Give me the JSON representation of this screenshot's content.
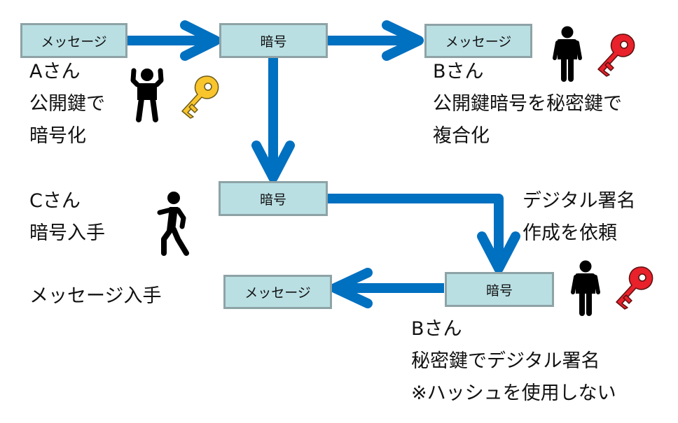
{
  "colors": {
    "arrow": "#0070c0",
    "box_fill": "#b9dfe3",
    "box_border": "#8ea3a6",
    "public_key": "#f9c52c",
    "private_key": "#e8212a",
    "person": "#000000"
  },
  "boxes": {
    "a_message": "メッセージ",
    "cipher_top": "暗号",
    "b_message": "メッセージ",
    "cipher_mid": "暗号",
    "cipher_signed": "暗号",
    "c_message": "メッセージ"
  },
  "labels": {
    "person_a": [
      "Aさん",
      "公開鍵で",
      "暗号化"
    ],
    "person_b_top": [
      "Bさん",
      "公開鍵暗号を秘密鍵で",
      "複合化"
    ],
    "person_c": [
      "Cさん",
      "暗号入手"
    ],
    "c_message_obtained": "メッセージ入手",
    "signature_request": [
      "デジタル署名",
      "作成を依頼"
    ],
    "person_b_bottom": [
      "Bさん",
      "秘密鍵でデジタル署名",
      "※ハッシュを使用しない"
    ]
  },
  "icons": {
    "person_a": "person-flexing-icon",
    "key_a": "public-key-icon",
    "person_b_top": "person-standing-icon",
    "key_b_top": "private-key-icon",
    "person_c": "person-walking-icon",
    "person_b_bottom": "person-standing-icon",
    "key_b_bottom": "private-key-icon"
  }
}
